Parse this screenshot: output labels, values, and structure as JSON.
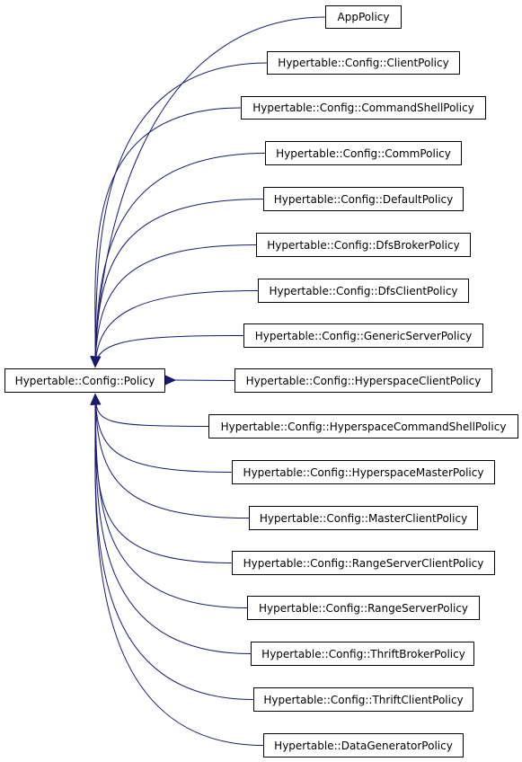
{
  "diagram": {
    "base": {
      "label": "Hypertable::Config::Policy"
    },
    "derived": [
      {
        "label": "AppPolicy"
      },
      {
        "label": "Hypertable::Config::ClientPolicy"
      },
      {
        "label": "Hypertable::Config::CommandShellPolicy"
      },
      {
        "label": "Hypertable::Config::CommPolicy"
      },
      {
        "label": "Hypertable::Config::DefaultPolicy"
      },
      {
        "label": "Hypertable::Config::DfsBrokerPolicy"
      },
      {
        "label": "Hypertable::Config::DfsClientPolicy"
      },
      {
        "label": "Hypertable::Config::GenericServerPolicy"
      },
      {
        "label": "Hypertable::Config::HyperspaceClientPolicy"
      },
      {
        "label": "Hypertable::Config::HyperspaceCommandShellPolicy"
      },
      {
        "label": "Hypertable::Config::HyperspaceMasterPolicy"
      },
      {
        "label": "Hypertable::Config::MasterClientPolicy"
      },
      {
        "label": "Hypertable::Config::RangeServerClientPolicy"
      },
      {
        "label": "Hypertable::Config::RangeServerPolicy"
      },
      {
        "label": "Hypertable::Config::ThriftBrokerPolicy"
      },
      {
        "label": "Hypertable::Config::ThriftClientPolicy"
      },
      {
        "label": "Hypertable::DataGeneratorPolicy"
      }
    ],
    "colors": {
      "edge": "#191970",
      "box_border": "#000000",
      "background": "#ffffff"
    }
  }
}
